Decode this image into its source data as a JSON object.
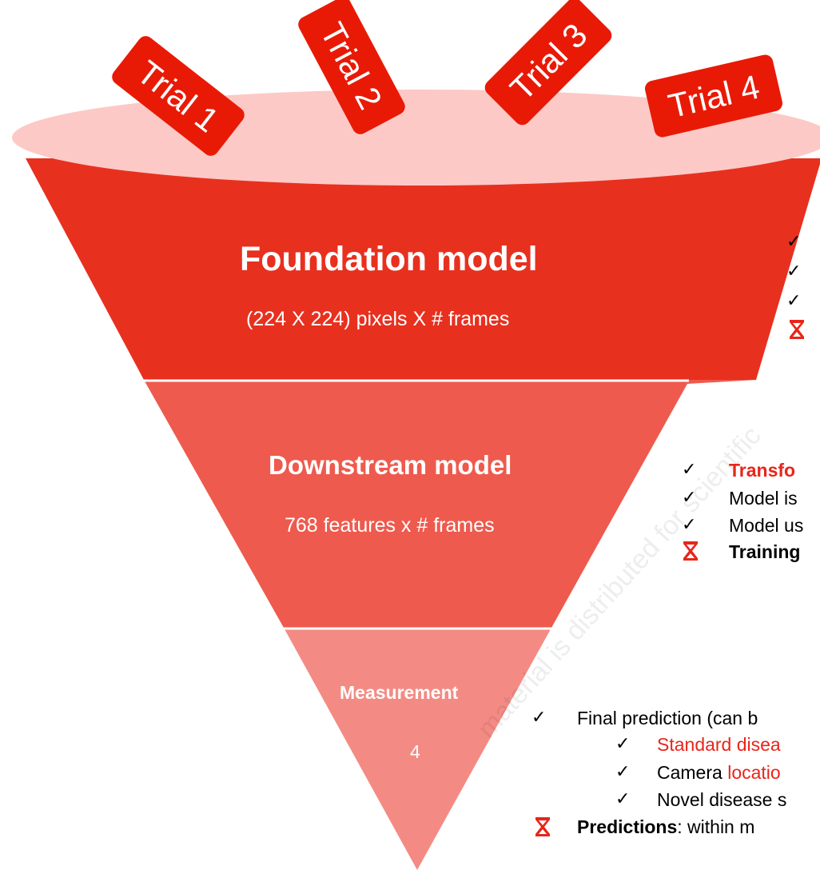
{
  "trials": [
    "Trial 1",
    "Trial 2",
    "Trial 3",
    "Trial 4"
  ],
  "foundation": {
    "title": "Foundation model",
    "subtitle": "(224 X 224) pixels X # frames"
  },
  "downstream": {
    "title": "Downstream model",
    "subtitle": "768 features x # frames",
    "bullets": [
      {
        "text": "Transfo",
        "bold": true,
        "red": true
      },
      {
        "text": "Model is",
        "bold": false
      },
      {
        "text": "Model us",
        "bold": false
      },
      {
        "text": "Training",
        "bold": true
      }
    ]
  },
  "measurement": {
    "title": "Measurement",
    "value": "4",
    "final_prefix": "Final prediction (can b",
    "sub_items": [
      {
        "plain": "",
        "red": "Standard disea"
      },
      {
        "plain": "Camera ",
        "red": "locatio"
      },
      {
        "plain": "Novel disease s",
        "red": ""
      }
    ],
    "predictions_label": "Predictions",
    "predictions_rest": ": within m"
  },
  "watermark": "material is distributed for scientific",
  "colors": {
    "rim": "#fcc9c6",
    "tier1": "#e8301f",
    "tier2": "#ee5a4d",
    "tier3": "#f38b84",
    "tag": "#e81a06",
    "accent": "#e8251a"
  }
}
